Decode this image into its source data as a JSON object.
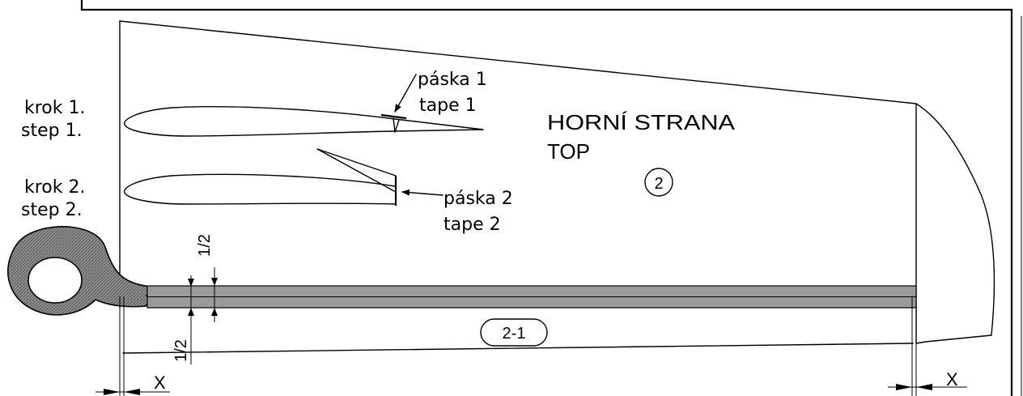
{
  "steps": {
    "step1": {
      "cz": "krok 1.",
      "en": "step 1."
    },
    "step2": {
      "cz": "krok 2.",
      "en": "step 2."
    }
  },
  "tapes": {
    "tape1": {
      "cz": "páska 1",
      "en": "tape 1"
    },
    "tape2": {
      "cz": "páska 2",
      "en": "tape 2"
    }
  },
  "side": {
    "cz": "HORNÍ STRANA",
    "en": "TOP"
  },
  "parts": {
    "main": "2",
    "sub": "2-1"
  },
  "dimensions": {
    "half_upper": "1/2",
    "half_lower": "1/2",
    "offset_left": "X",
    "offset_right": "X"
  }
}
